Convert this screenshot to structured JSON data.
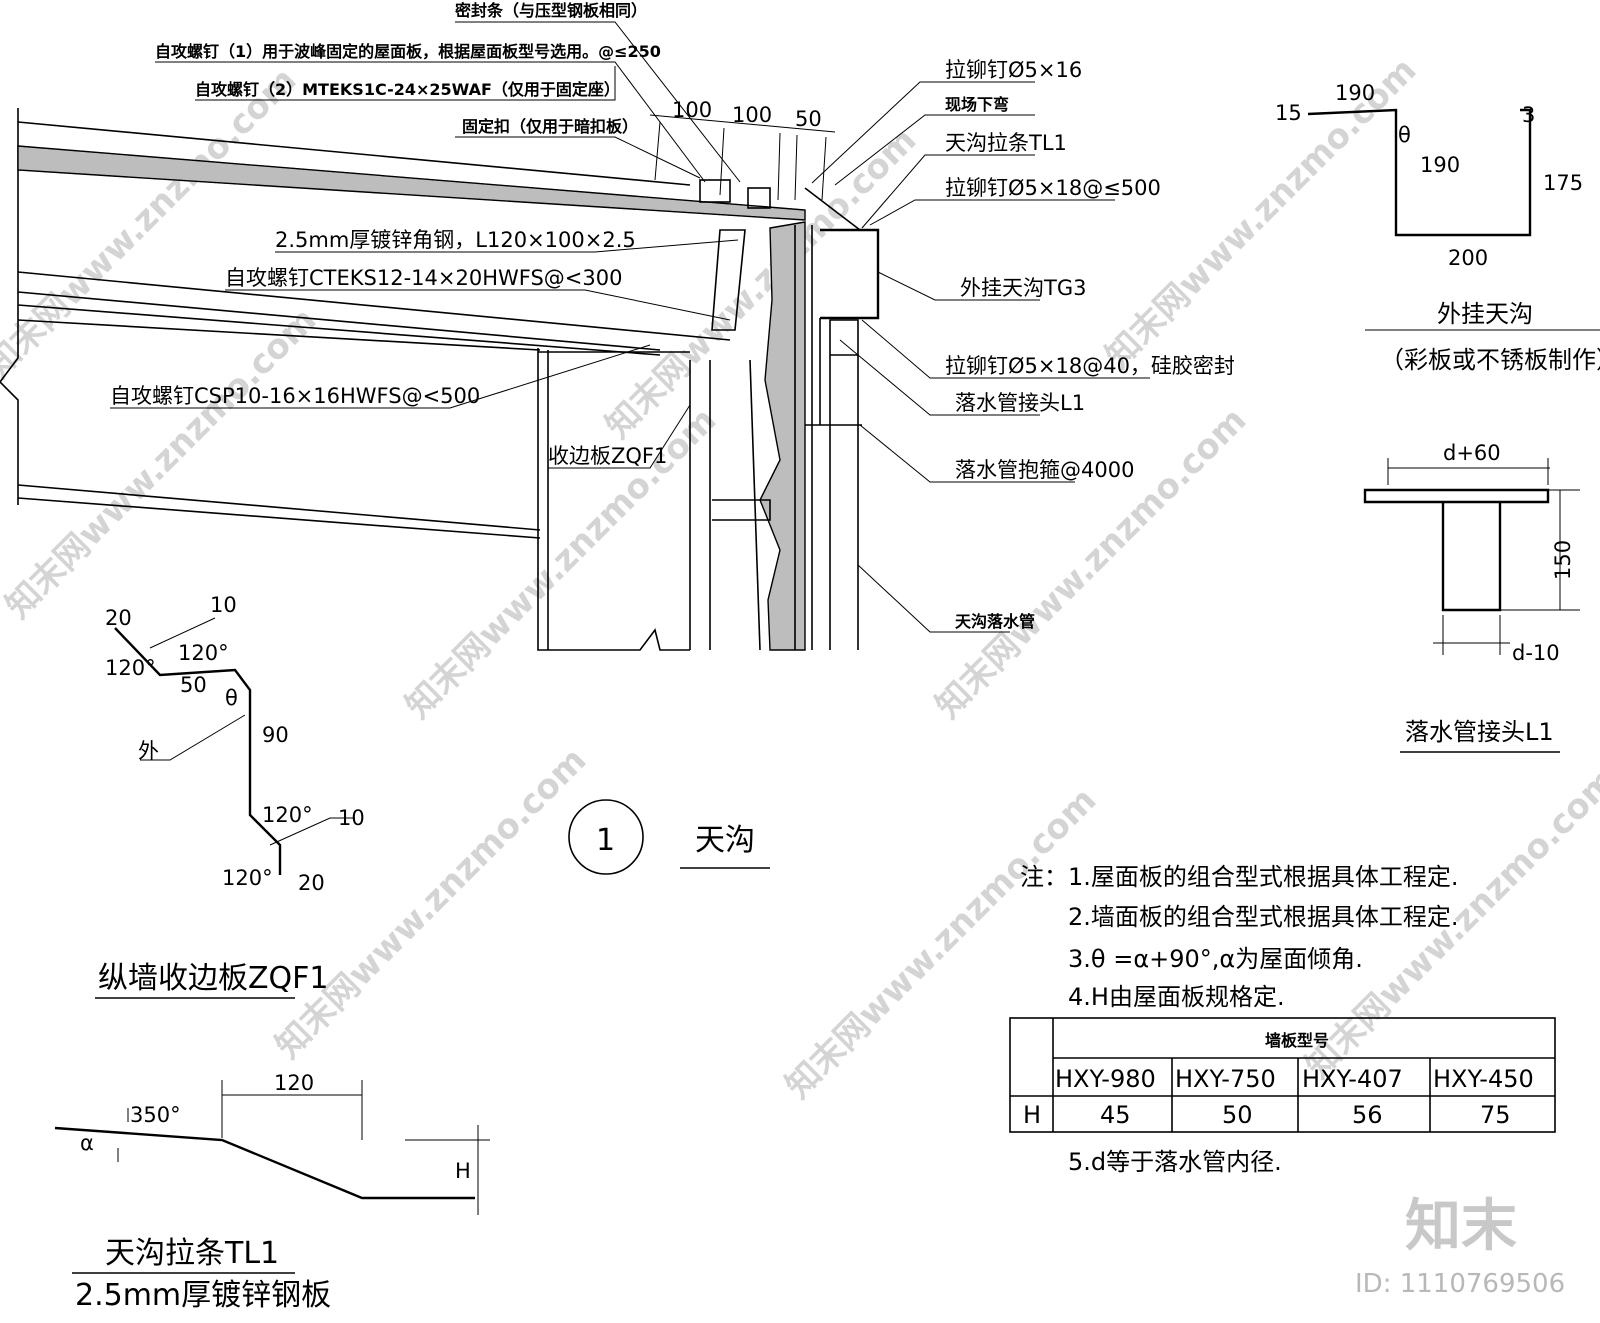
{
  "callouts": {
    "seal_strip": "密封条（与压型钢板相同）",
    "screw1": "自攻螺钉（1）用于波峰固定的屋面板，根据屋面板型号选用。@≤250",
    "screw2": "自攻螺钉（2）MTEKS1C-24×25WAF（仅用于固定座）",
    "fix_clip": "固定扣（仅用于暗扣板）",
    "angle_steel": "2.5mm厚镀锌角钢，L120×100×2.5",
    "screw_ct": "自攻螺钉CTEKS12-14×20HWFS@<300",
    "screw_csp": "自攻螺钉CSP10-16×16HWFS@<500",
    "edge_plate": "收边板ZQF1",
    "rivet1": "拉铆钉Ø5×16",
    "bend_site": "现场下弯",
    "gutter_tie": "天沟拉条TL1",
    "rivet2": "拉铆钉Ø5×18@≤500",
    "ext_gutter": "外挂天沟TG3",
    "rivet3": "拉铆钉Ø5×18@40，硅胶密封",
    "pipe_joint": "落水管接头L1",
    "pipe_hoop": "落水管抱箍@4000",
    "down_pipe": "天沟落水管"
  },
  "top_dims": [
    "100",
    "100",
    "50"
  ],
  "main_title": {
    "number": "1",
    "name": "天沟"
  },
  "zqf1": {
    "labels": [
      "20",
      "10",
      "120°",
      "120°",
      "50",
      "θ",
      "90",
      "外",
      "120°",
      "10",
      "120°",
      "20"
    ],
    "title": "纵墙收边板ZQF1"
  },
  "tl1": {
    "dim": "120",
    "angle": "350°",
    "alpha": "α",
    "h": "H",
    "title": "天沟拉条TL1",
    "subtitle": "2.5mm厚镀锌钢板"
  },
  "gutter_detail": {
    "labels": [
      "15",
      "190",
      "θ",
      "190",
      "3",
      "175",
      "200"
    ],
    "title": "外挂天沟",
    "subtitle": "（彩板或不锈板制作）"
  },
  "joint_detail": {
    "labels": [
      "d+60",
      "150",
      "d-10"
    ],
    "title": "落水管接头L1"
  },
  "notes": {
    "prefix": "注：",
    "lines": [
      "1.屋面板的组合型式根据具体工程定.",
      "2.墙面板的组合型式根据具体工程定.",
      "3.θ =α+90°,α为屋面倾角.",
      "4.H由屋面板规格定.",
      "5.d等于落水管内径."
    ]
  },
  "table": {
    "header": "墙板型号",
    "row_label": "H",
    "columns": [
      "HXY-980",
      "HXY-750",
      "HXY-407",
      "HXY-450"
    ],
    "values": [
      "45",
      "50",
      "56",
      "75"
    ]
  },
  "watermark": {
    "brand": "知末",
    "id": "ID: 1110769506",
    "site": "知末网www.znzmo.com"
  }
}
